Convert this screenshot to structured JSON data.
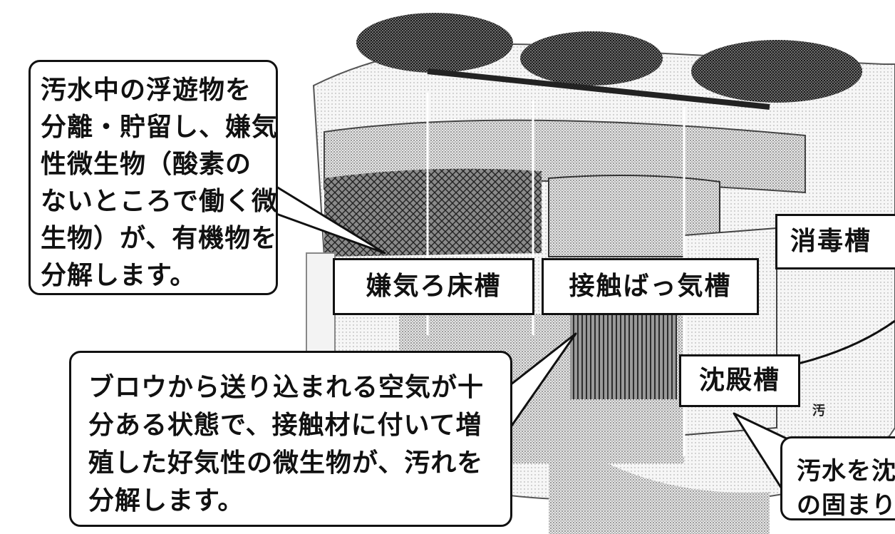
{
  "callouts": {
    "top_left_lines": [
      "汚水中の浮遊物を",
      "分離・貯留し、嫌気",
      "性微生物（酸素の",
      "ないところで働く微",
      "生物）が、有機物を",
      "分解します。"
    ],
    "bottom_lines": [
      "ブロウから送り込まれる空気が十",
      "分ある状態で、接触材に付いて増",
      "殖した好気性の微生物が、汚れを",
      "分解します。"
    ],
    "bottom_right_lines": [
      "汚水を沈",
      "の固まり"
    ]
  },
  "labels": {
    "anaerobic_tank": "嫌気ろ床槽",
    "contact_aeration_tank": "接触ばっ気槽",
    "disinfection_tank": "消毒槽",
    "settling_tank": "沈殿槽"
  },
  "small_text": "汚"
}
